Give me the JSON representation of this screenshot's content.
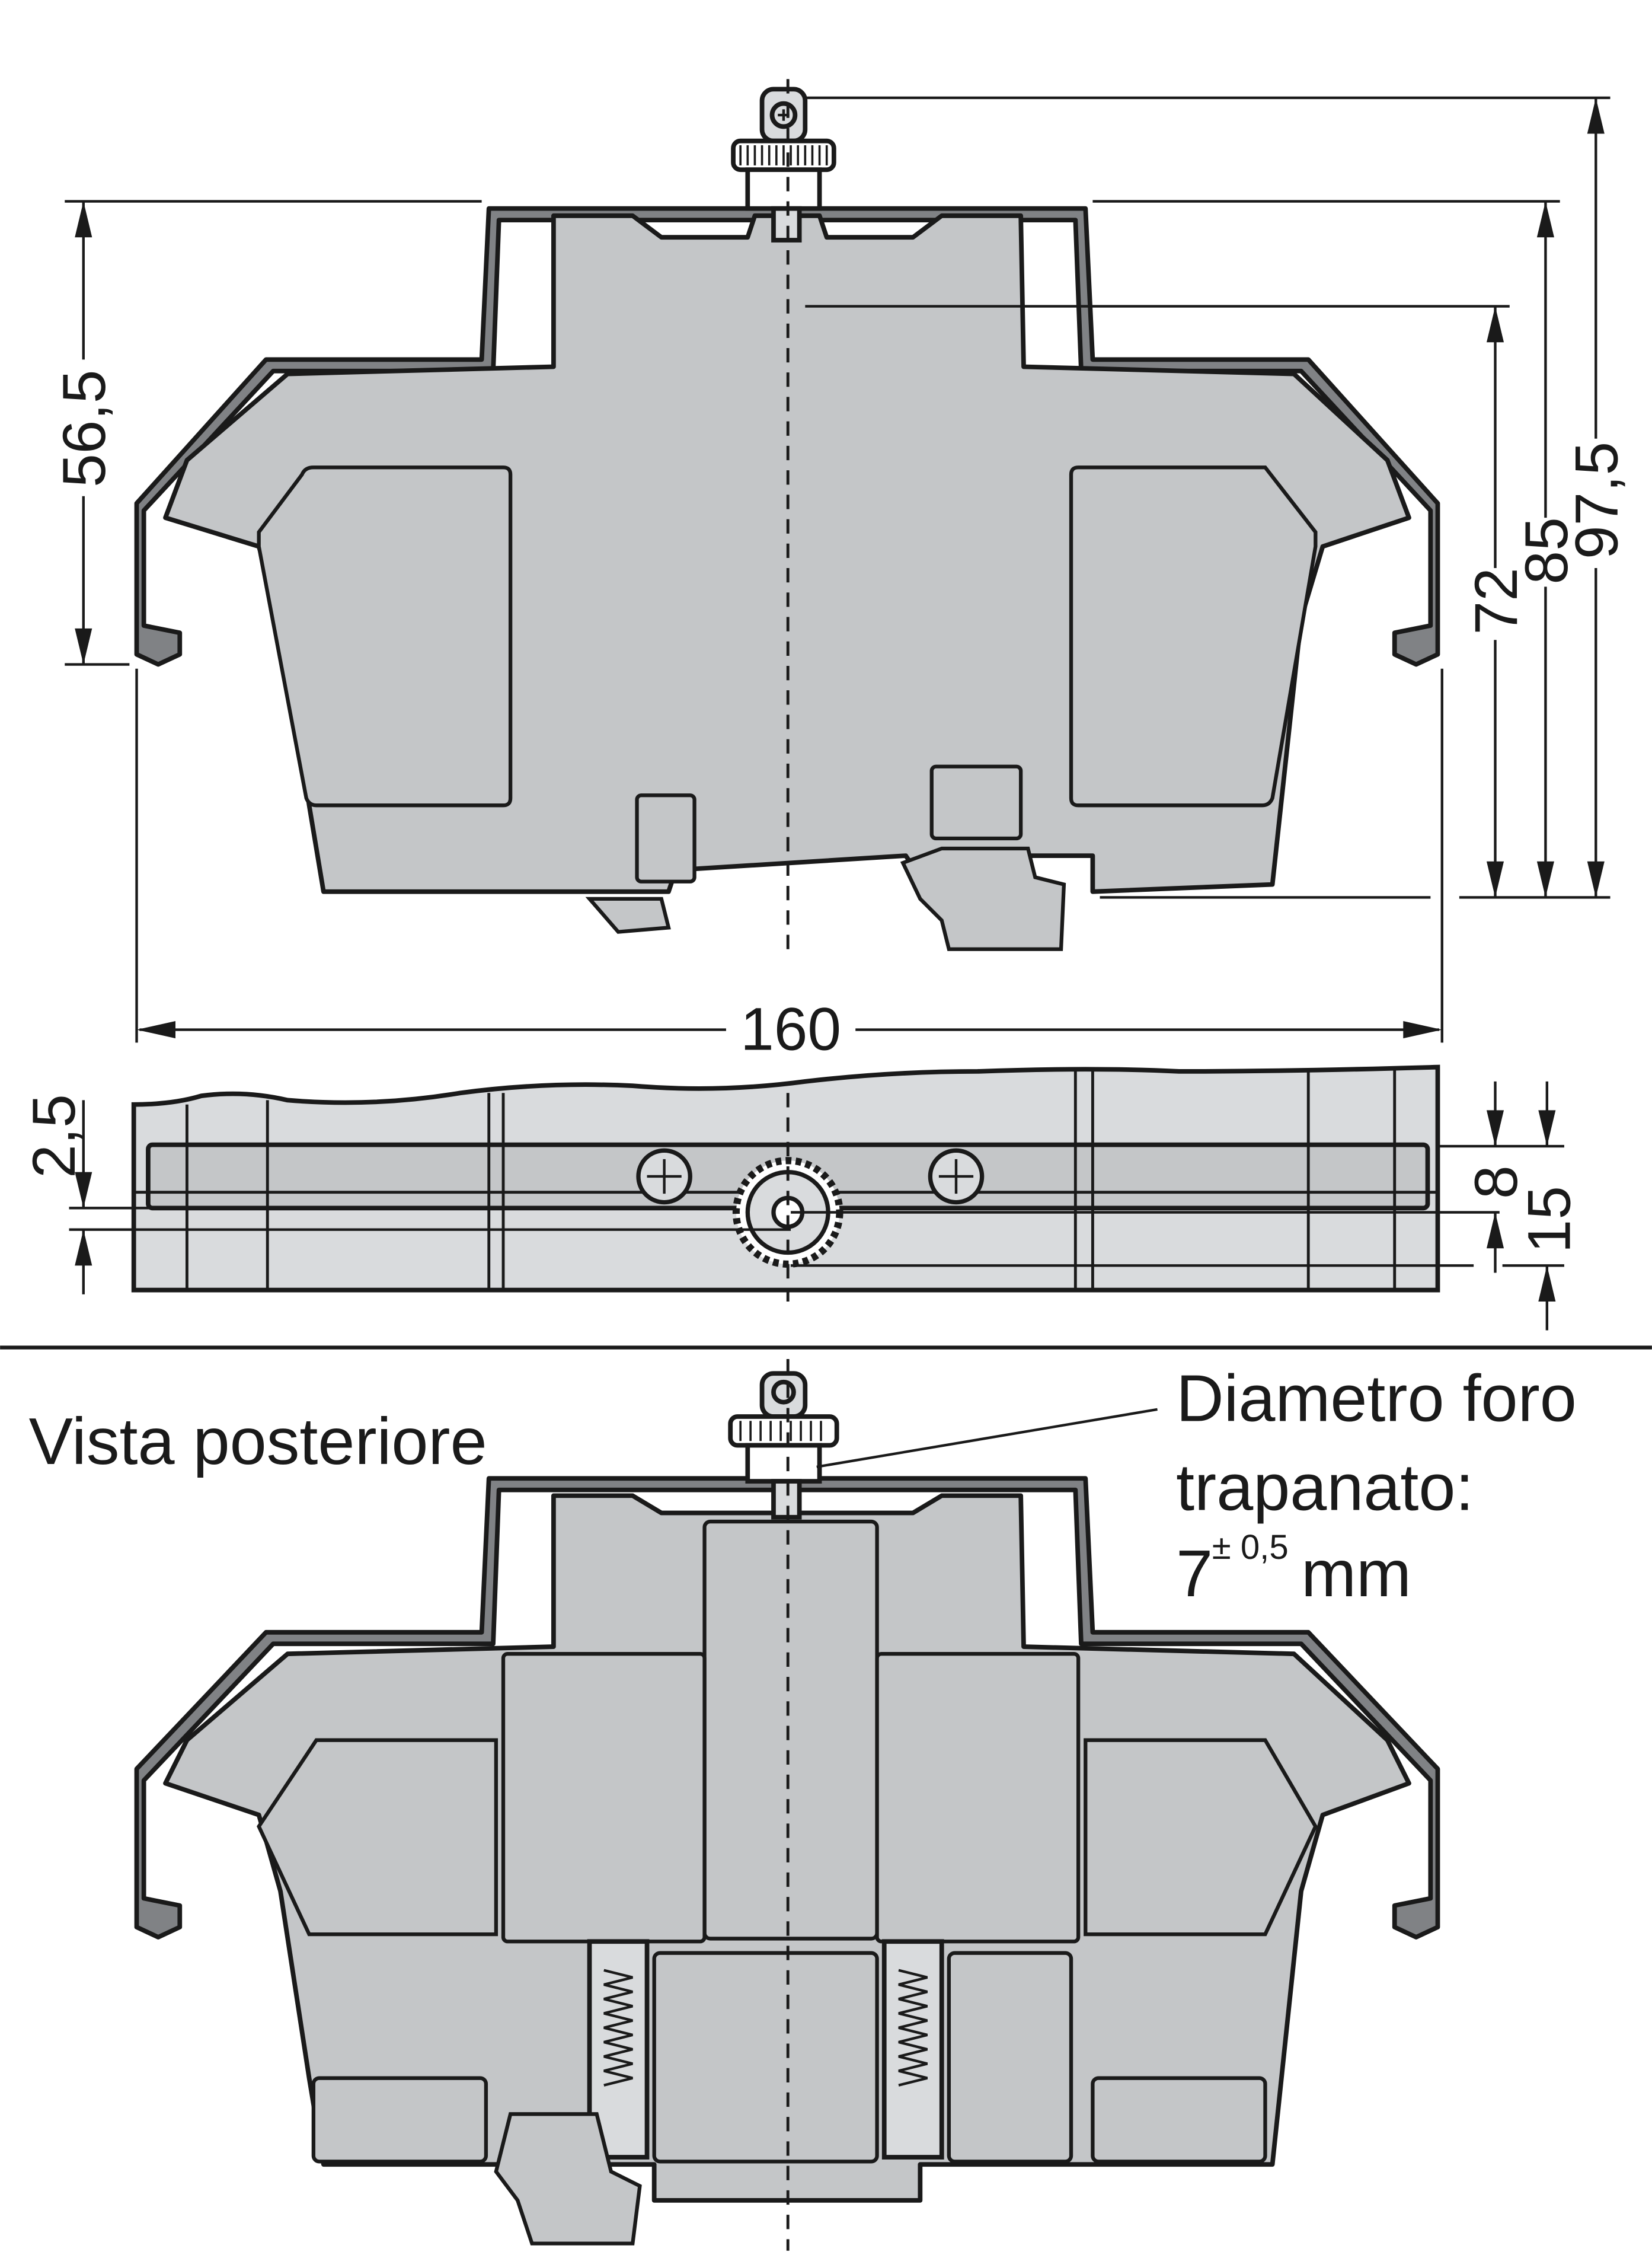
{
  "drawing": {
    "units": "mm",
    "front_view": {
      "width": "160",
      "height_left": "56,5",
      "heights_right": [
        "72",
        "85",
        "97,5"
      ]
    },
    "side_view": {
      "offset_left": "2,5",
      "depths_right": [
        "8",
        "15"
      ]
    },
    "rear_view": {
      "title": "Vista posteriore",
      "note_line1": "Diametro foro",
      "note_line2": "trapanato:",
      "note_value": "7",
      "note_tolerance": "± 0,5",
      "note_unit": "mm"
    },
    "colors": {
      "body_fill": "#c4c6c8",
      "rail_fill": "#808285",
      "side_fill": "#d9dbdd",
      "line": "#1a1a1a"
    }
  }
}
